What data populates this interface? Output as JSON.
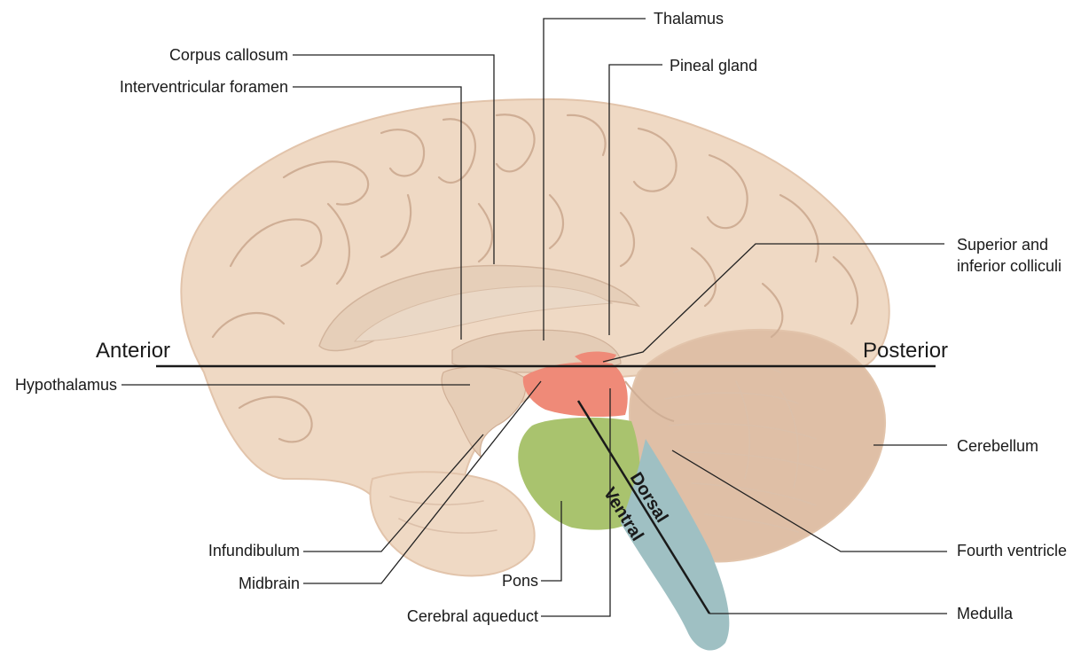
{
  "labels": {
    "thalamus": "Thalamus",
    "corpus_callosum": "Corpus callosum",
    "pineal_gland": "Pineal gland",
    "interventricular_foramen": "Interventricular foramen",
    "superior_colliculi_line1": "Superior and",
    "superior_colliculi_line2": "inferior colliculi",
    "anterior": "Anterior",
    "posterior": "Posterior",
    "hypothalamus": "Hypothalamus",
    "cerebellum": "Cerebellum",
    "dorsal": "Dorsal",
    "ventral": "Ventral",
    "infundibulum": "Infundibulum",
    "fourth_ventricle": "Fourth ventricle",
    "pons": "Pons",
    "midbrain": "Midbrain",
    "cerebral_aqueduct": "Cerebral aqueduct",
    "medulla": "Medulla"
  },
  "colors": {
    "brain": "#efd9c4",
    "brain_shadow": "#e2c4ab",
    "midbrain": "#ef8a78",
    "pons": "#a9c36e",
    "medulla": "#9fc0c3",
    "cerebellum": "#dfbfa6",
    "ventricle": "#e8d3bf"
  }
}
